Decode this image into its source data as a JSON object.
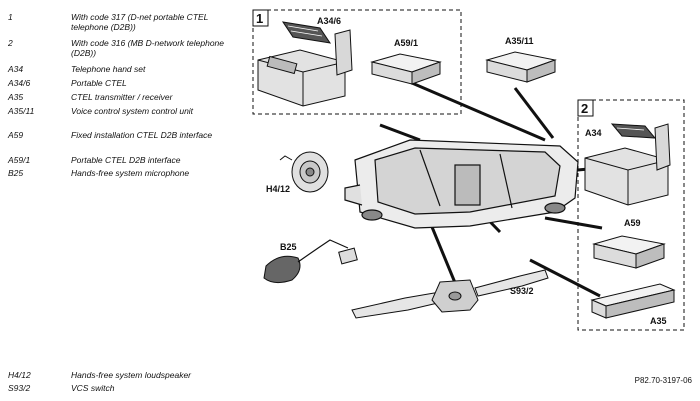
{
  "legend": [
    {
      "code": "1",
      "desc": "With code 317 (D-net portable CTEL telephone (D2B))"
    },
    {
      "code": "2",
      "desc": "With code 316 (MB D-network telephone (D2B))"
    },
    {
      "code": "A34",
      "desc": "Telephone hand set"
    },
    {
      "code": "A34/6",
      "desc": "Portable CTEL"
    },
    {
      "code": "A35",
      "desc": "CTEL transmitter / receiver"
    },
    {
      "code": "A35/11",
      "desc": "Voice control system control unit"
    },
    {
      "code": "A59",
      "desc": "Fixed installation CTEL D2B interface"
    },
    {
      "code": "A59/1",
      "desc": "Portable CTEL D2B interface"
    },
    {
      "code": "B25",
      "desc": "Hands-free system microphone"
    },
    {
      "code": "H4/12",
      "desc": "Hands-free system loudspeaker"
    },
    {
      "code": "S93/2",
      "desc": "VCS switch"
    }
  ],
  "diagram": {
    "box1_number": "1",
    "box2_number": "2",
    "labels": {
      "a34_6": "A34/6",
      "a59_1": "A59/1",
      "a35_11": "A35/11",
      "a34": "A34",
      "a59": "A59",
      "a35": "A35",
      "h4_12": "H4/12",
      "b25": "B25",
      "s93_2": "S93/2"
    },
    "reference": "P82.70-3197-06"
  }
}
